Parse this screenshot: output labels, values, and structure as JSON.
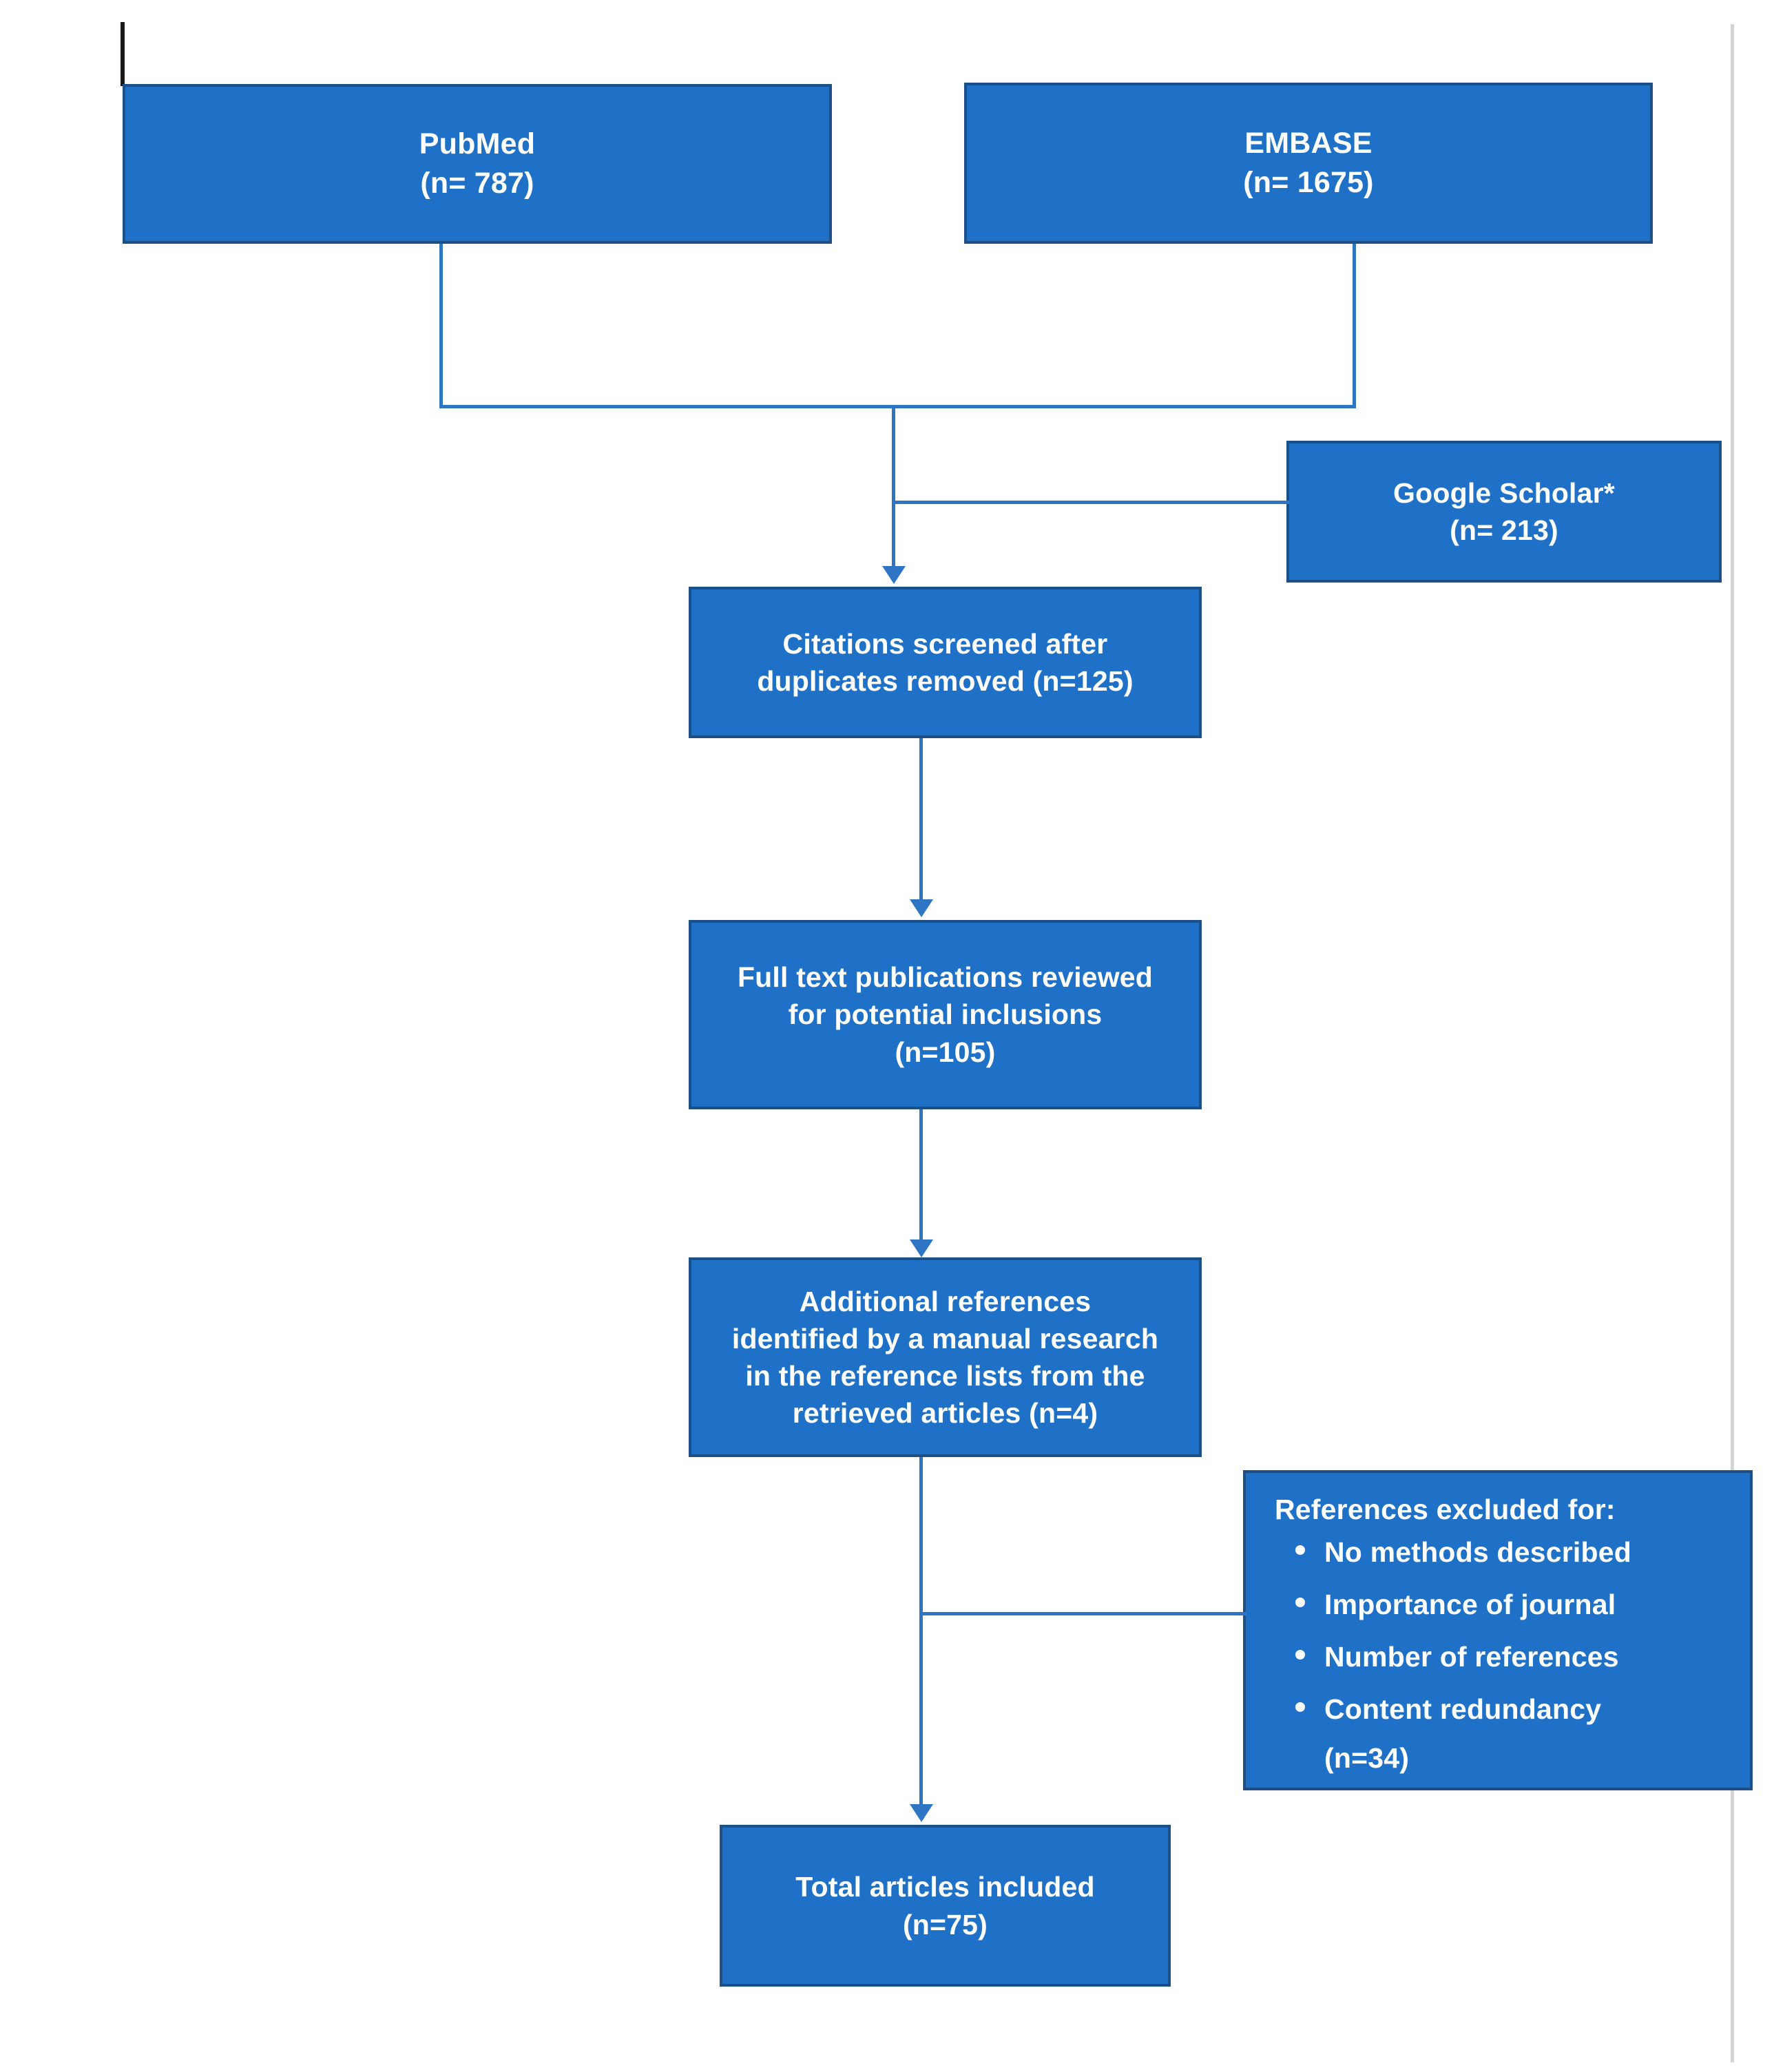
{
  "diagram": {
    "title": "PRISMA study selection flow diagram",
    "accent_color": "#1f71c8",
    "border_color": "#1d4f87",
    "connector_color": "#2e75c4",
    "text_color": "#ffffff",
    "page_rule_color": "#d4d4d4",
    "tick_color": "#1a1a1a"
  },
  "boxes": {
    "pubmed": {
      "name": "PubMed",
      "count_label": "(n= 787)",
      "lines": [
        "PubMed",
        "(n= 787)"
      ]
    },
    "embase": {
      "name": "EMBASE",
      "count_label": "(n= 1675)",
      "lines": [
        "EMBASE",
        "(n= 1675)"
      ]
    },
    "google_scholar": {
      "name": "Google Scholar*",
      "count_label": "(n= 213)",
      "lines": [
        "Google Scholar*",
        "(n= 213)"
      ]
    },
    "screened": {
      "lines": [
        "Citations screened after",
        "duplicates removed (n=125)"
      ],
      "count_label": "(n=125)"
    },
    "fulltext": {
      "lines": [
        "Full text publications reviewed",
        "for potential inclusions",
        "(n=105)"
      ],
      "count_label": "(n=105)"
    },
    "additional": {
      "lines": [
        "Additional references",
        "identified by a manual research",
        "in the reference lists from the",
        "retrieved articles (n=4)"
      ],
      "count_label": "(n=4)"
    },
    "excluded": {
      "header": "References excluded for:",
      "items": [
        "No methods described",
        "Importance of journal",
        "Number of references",
        "Content redundancy"
      ],
      "count_label": "(n=34)"
    },
    "total": {
      "lines": [
        "Total articles included",
        "(n=75)"
      ],
      "count_label": "(n=75)"
    }
  },
  "chart_data": {
    "type": "diagram",
    "flow": "PRISMA literature selection",
    "nodes": [
      {
        "id": "pubmed",
        "label": "PubMed",
        "n": 787
      },
      {
        "id": "embase",
        "label": "EMBASE",
        "n": 1675
      },
      {
        "id": "google_scholar",
        "label": "Google Scholar*",
        "n": 213
      },
      {
        "id": "screened",
        "label": "Citations screened after duplicates removed",
        "n": 125
      },
      {
        "id": "fulltext",
        "label": "Full text publications reviewed for potential inclusions",
        "n": 105
      },
      {
        "id": "additional",
        "label": "Additional references identified by a manual research in the reference lists from the retrieved articles",
        "n": 4
      },
      {
        "id": "excluded",
        "label": "References excluded for: No methods described; Importance of journal; Number of references; Content redundancy",
        "n": 34
      },
      {
        "id": "total",
        "label": "Total articles included",
        "n": 75
      }
    ],
    "edges": [
      {
        "from": "pubmed",
        "to": "screened"
      },
      {
        "from": "embase",
        "to": "screened"
      },
      {
        "from": "google_scholar",
        "to": "screened"
      },
      {
        "from": "screened",
        "to": "fulltext"
      },
      {
        "from": "fulltext",
        "to": "additional"
      },
      {
        "from": "additional",
        "to": "total"
      },
      {
        "from": "excluded",
        "to": "total",
        "note": "exclusions joining main path"
      }
    ]
  }
}
